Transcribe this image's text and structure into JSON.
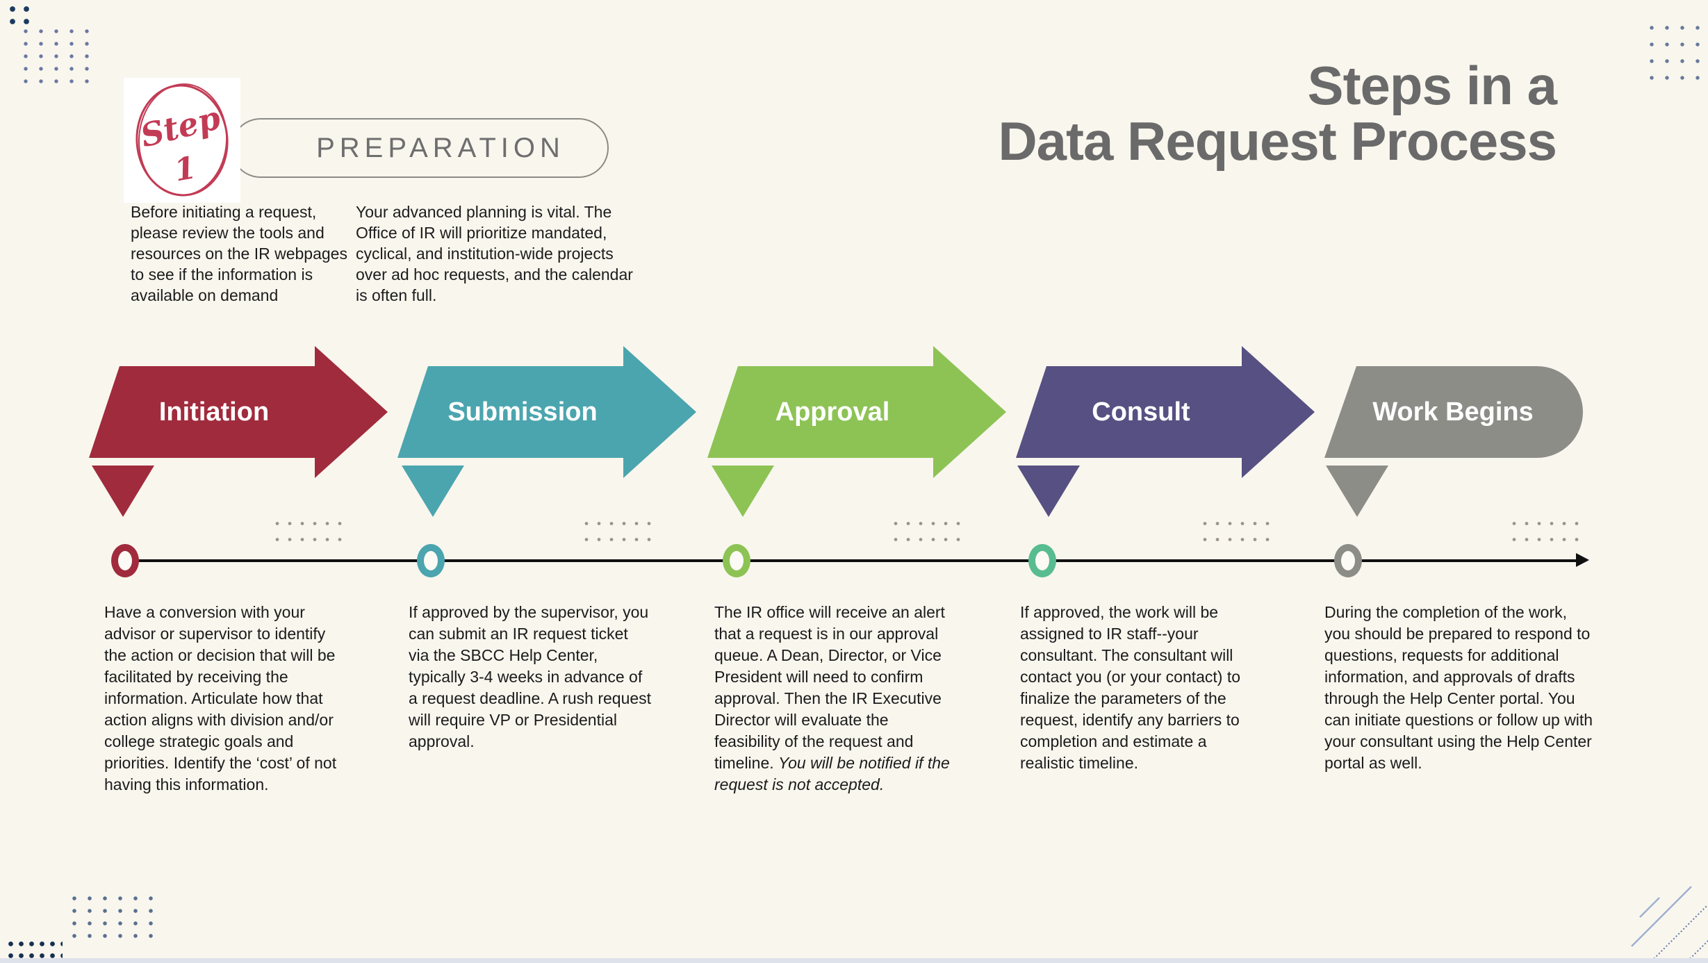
{
  "page": {
    "background": "#F9F6EE",
    "title_line1": "Steps in a",
    "title_line2": "Data Request Process",
    "title_color": "#6A6A6A"
  },
  "preparation": {
    "step_word": "Step",
    "step_number": "1",
    "label": "PREPARATION",
    "badge_color": "#C23B55",
    "intro_left": "Before initiating a request, please review the tools and resources on the IR webpages to see if the information is available on demand",
    "intro_right": "Your advanced planning is  vital. The Office of IR will prioritize mandated, cyclical, and institution-wide projects over ad hoc requests, and the calendar is often full."
  },
  "steps": [
    {
      "label": "Initiation",
      "color": "#A02B3C",
      "ring_color": "#A02B3C",
      "description": "Have a conversion with your advisor or supervisor to identify the action or decision that will be facilitated by receiving the information. Articulate how that action aligns with division and/or college strategic goals and priorities. Identify the ‘cost’ of not having this information."
    },
    {
      "label": "Submission",
      "color": "#4BA5AE",
      "ring_color": "#4BA5AE",
      "description": "If approved by the supervisor, you can submit an IR request ticket via the SBCC Help Center, typically 3-4 weeks in advance of a request deadline. A rush request will require VP or Presidential approval."
    },
    {
      "label": "Approval",
      "color": "#8DC355",
      "ring_color": "#8DC355",
      "description": "The IR office will receive an alert that a request is in our approval queue. A Dean, Director, or Vice President will need to confirm approval. Then the IR Executive Director will evaluate the feasibility of the request and timeline. ",
      "description_em": "You will be notified if the request is not accepted."
    },
    {
      "label": "Consult",
      "color": "#575082",
      "ring_color": "#58BC90",
      "description": "If approved, the work will be assigned to IR staff--your consultant. The consultant will contact you (or your contact) to finalize the parameters of the request, identify any barriers to completion and estimate a realistic timeline."
    },
    {
      "label": "Work Begins",
      "color": "#8D8D88",
      "ring_color": "#8D8D88",
      "description": "During the completion of the work, you should be prepared to respond to questions, requests for additional information, and approvals of drafts through the Help Center portal. You can initiate questions or follow up with your consultant using the Help Center portal as well."
    }
  ]
}
